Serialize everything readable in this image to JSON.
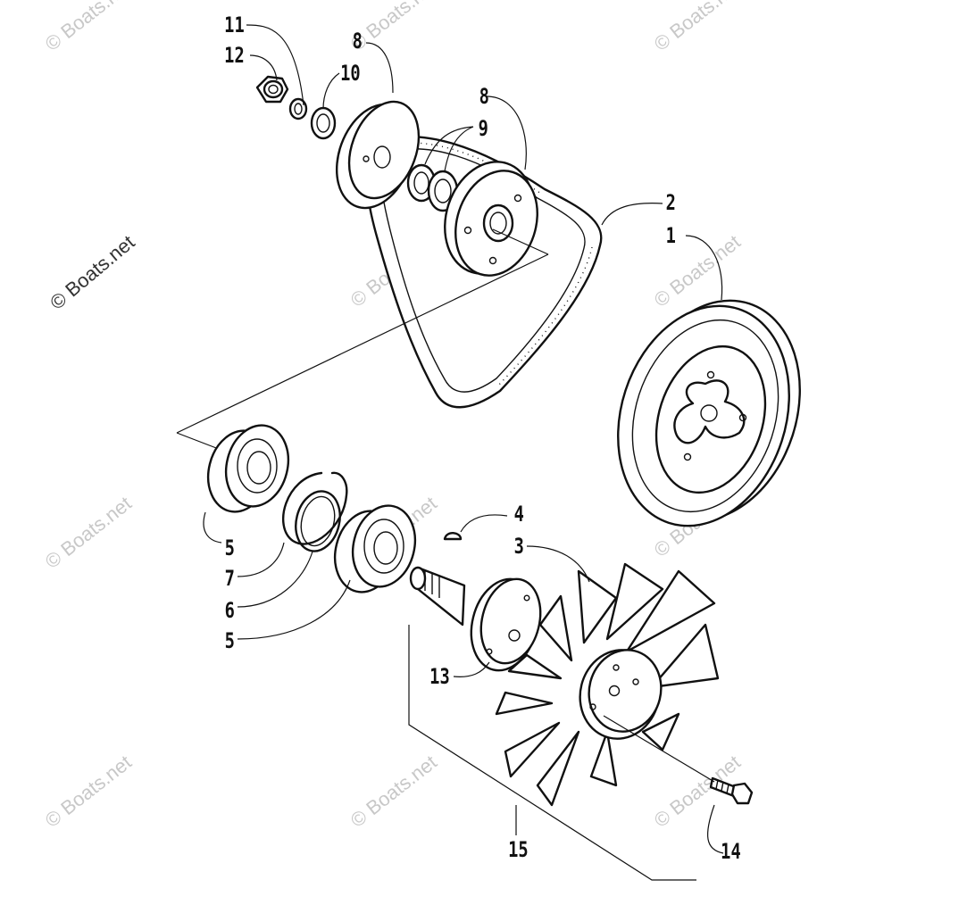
{
  "watermark": {
    "faint_text": "© Boats.net",
    "side_text": "© Boats.net"
  },
  "labels": {
    "p1": "1",
    "p2": "2",
    "p3": "3",
    "p4": "4",
    "p5_upper": "5",
    "p5_lower": "5",
    "p6": "6",
    "p7": "7",
    "p8_left": "8",
    "p8_right": "8",
    "p9": "9",
    "p10": "10",
    "p11": "11",
    "p12": "12",
    "p13": "13",
    "p14": "14",
    "p15": "15"
  },
  "colors": {
    "ink": "#111111",
    "watermark": "#c8c8c8",
    "background": "#ffffff"
  }
}
